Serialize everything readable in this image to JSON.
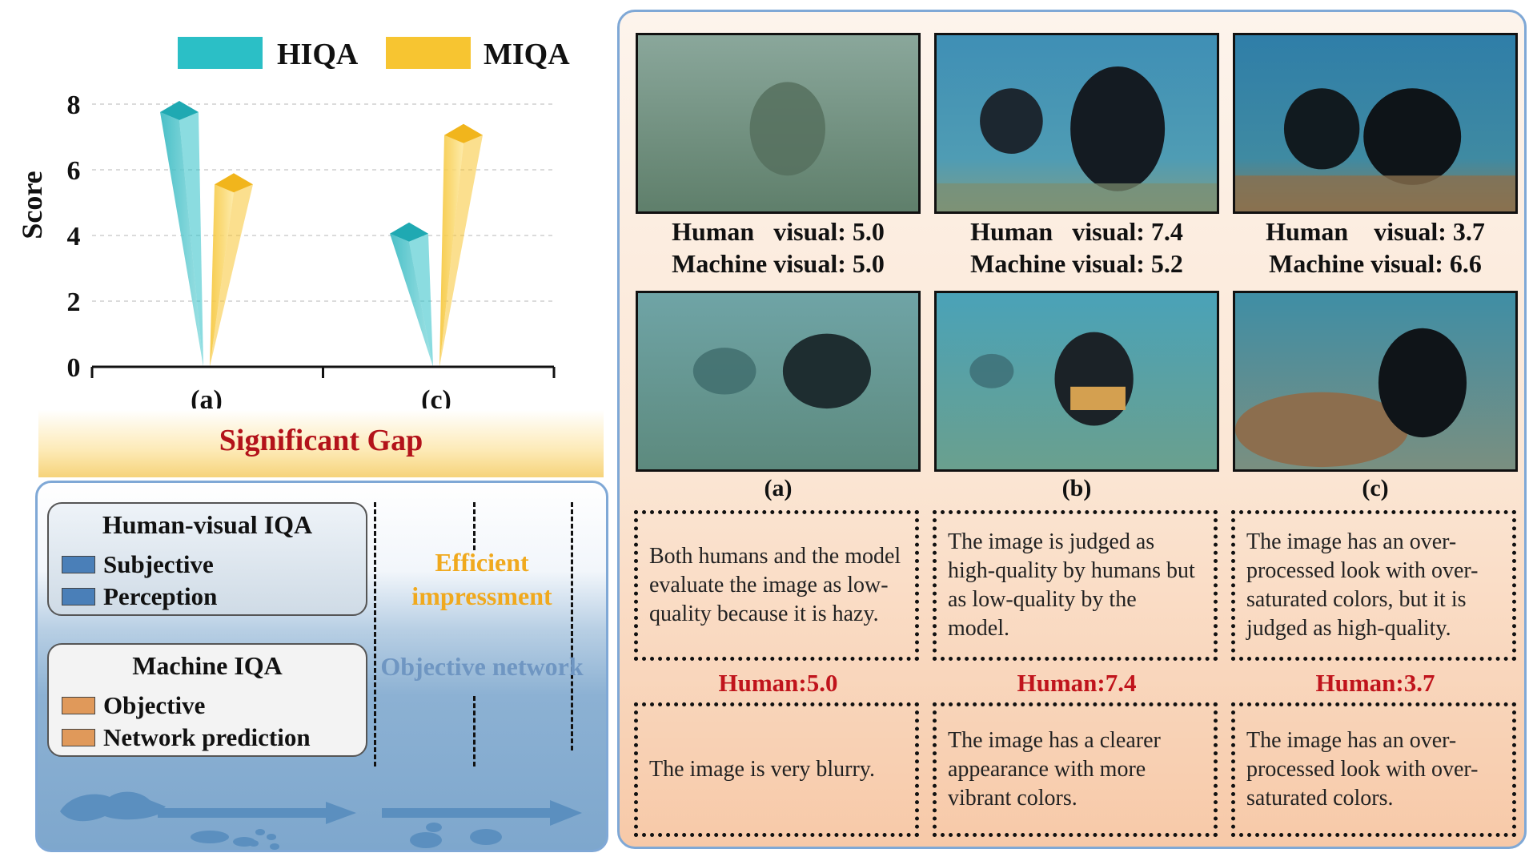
{
  "chart_data": {
    "type": "bar",
    "categories": [
      "(a)",
      "(c)"
    ],
    "series": [
      {
        "name": "HIQA",
        "values": [
          8.0,
          4.3
        ],
        "color": "#2bbfc6"
      },
      {
        "name": "MIQA",
        "values": [
          5.8,
          7.3
        ],
        "color": "#f7c531"
      }
    ],
    "ylabel": "Score",
    "ylim": [
      0,
      8
    ],
    "yticks": [
      "0",
      "2",
      "4",
      "6",
      "8"
    ],
    "grid": true,
    "legend": "top"
  },
  "gap_label": "Significant Gap",
  "left_panel": {
    "human_box": {
      "title": "Human-visual IQA",
      "items": [
        "Subjective",
        "Perception"
      ],
      "swatch_color": "#4a7fb8"
    },
    "machine_box": {
      "title": "Machine IQA",
      "items": [
        "Objective",
        "Network prediction"
      ],
      "swatch_color": "#e0995a"
    },
    "efficient_label": "Efficient impressment",
    "objective_label": "Objective network"
  },
  "right_panel": {
    "columns": [
      {
        "label": "(a)",
        "human_score": "Human   visual: 5.0",
        "machine_score": "Machine visual: 5.0",
        "description_top": "Both humans and the model evaluate the image as low-quality because it is hazy.",
        "human_red": "Human:5.0",
        "description_bottom": "The image is very blurry."
      },
      {
        "label": "(b)",
        "human_score": "Human   visual: 7.4",
        "machine_score": "Machine visual: 5.2",
        "description_top": "The image is judged as high-quality by humans but as low-quality by the model.",
        "human_red": "Human:7.4",
        "description_bottom": "The image has a clearer appearance with more vibrant colors."
      },
      {
        "label": "(c)",
        "human_score": "Human    visual: 3.7",
        "machine_score": "Machine visual: 6.6",
        "description_top": "The image has an over-processed look with over-saturated colors, but it is judged as high-quality.",
        "human_red": "Human:3.7",
        "description_bottom": "The image has an over-processed look with over-saturated colors."
      }
    ]
  }
}
